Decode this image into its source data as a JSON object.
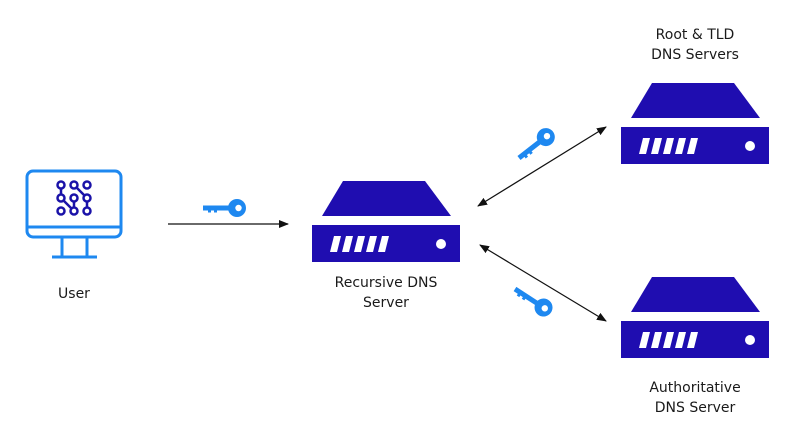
{
  "colors": {
    "server": "#1f0db0",
    "server_detail": "#ffffff",
    "monitor": "#1e88f0",
    "circuit": "#1a12a8",
    "key": "#1e88f0",
    "arrow": "#111111",
    "text": "#1a1a1a"
  },
  "nodes": {
    "user": {
      "label": "User",
      "icon": "computer-monitor-icon"
    },
    "recursive": {
      "label_line1": "Recursive DNS",
      "label_line2": "Server",
      "icon": "server-icon"
    },
    "root_tld": {
      "label_line1": "Root & TLD",
      "label_line2": "DNS Servers",
      "icon": "server-icon"
    },
    "authoritative": {
      "label_line1": "Authoritative",
      "label_line2": "DNS Server",
      "icon": "server-icon"
    }
  },
  "connections": [
    {
      "from": "user",
      "to": "recursive",
      "direction": "one-way",
      "icon": "key-icon"
    },
    {
      "from": "recursive",
      "to": "root_tld",
      "direction": "two-way",
      "icon": "key-icon"
    },
    {
      "from": "recursive",
      "to": "authoritative",
      "direction": "two-way",
      "icon": "key-icon"
    }
  ]
}
